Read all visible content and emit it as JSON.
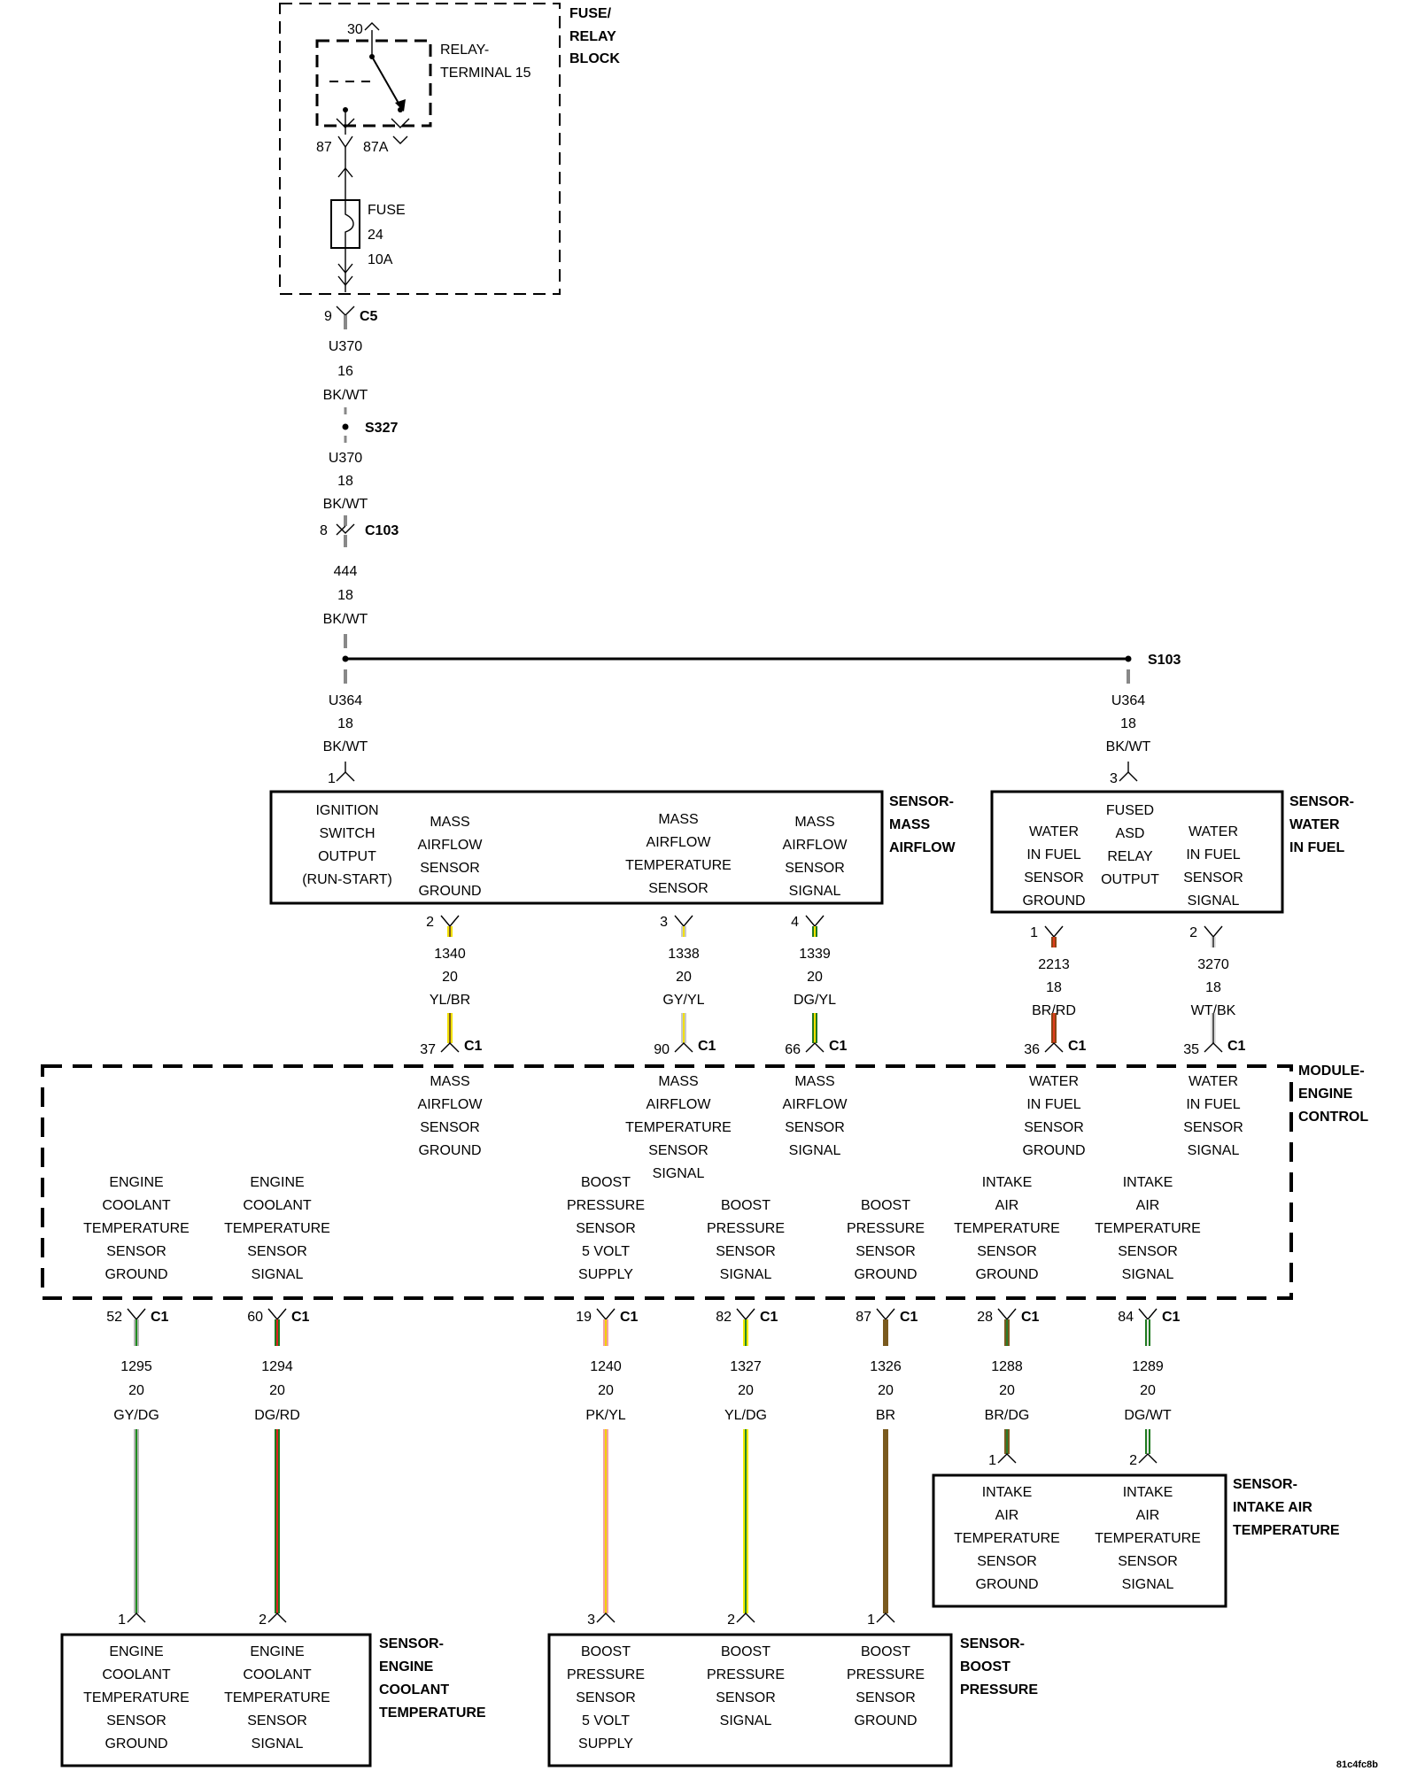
{
  "fuse_relay_block": {
    "title_lines": [
      "FUSE/",
      "RELAY",
      "BLOCK"
    ],
    "relay_label_lines": [
      "RELAY-",
      "TERMINAL 15"
    ],
    "pin_30": "30",
    "pin_87": "87",
    "pin_87a": "87A",
    "fuse_label_lines": [
      "FUSE",
      "24",
      "10A"
    ]
  },
  "main_feed": [
    {
      "pin": "9",
      "connector": "C5"
    },
    {
      "wire": [
        "U370",
        "16",
        "BK/WT"
      ]
    },
    {
      "splice": "S327"
    },
    {
      "wire": [
        "U370",
        "18",
        "BK/WT"
      ]
    },
    {
      "pin": "8",
      "connector": "C103"
    },
    {
      "wire": [
        "444",
        "18",
        "BK/WT"
      ]
    }
  ],
  "splice_s103": "S103",
  "branch_left_wire": [
    "U364",
    "18",
    "BK/WT"
  ],
  "branch_right_wire": [
    "U364",
    "18",
    "BK/WT"
  ],
  "sensor_maf": {
    "title_lines": [
      "SENSOR-",
      "MASS",
      "AIRFLOW"
    ],
    "top_pin": "1",
    "labels": [
      [
        "IGNITION",
        "SWITCH",
        "OUTPUT",
        "(RUN-START)"
      ],
      [
        "MASS",
        "AIRFLOW",
        "SENSOR",
        "GROUND"
      ],
      [
        "MASS",
        "AIRFLOW",
        "TEMPERATURE",
        "SENSOR"
      ],
      [
        "MASS",
        "AIRFLOW",
        "SENSOR",
        "SIGNAL"
      ]
    ]
  },
  "sensor_wif": {
    "title_lines": [
      "SENSOR-",
      "WATER",
      "IN FUEL"
    ],
    "top_pin": "3",
    "labels": [
      [
        "WATER",
        "IN FUEL",
        "SENSOR",
        "GROUND"
      ],
      [
        "FUSED",
        "ASD",
        "RELAY",
        "OUTPUT"
      ],
      [
        "WATER",
        "IN FUEL",
        "SENSOR",
        "SIGNAL"
      ]
    ]
  },
  "upper_wires": [
    {
      "sensor_pin": "2",
      "wire": [
        "1340",
        "20",
        "YL/BR"
      ],
      "ecm_pin": "37",
      "connector": "C1",
      "colors": [
        "#f2e000",
        "#7a5a1e"
      ]
    },
    {
      "sensor_pin": "3",
      "wire": [
        "1338",
        "20",
        "GY/YL"
      ],
      "ecm_pin": "90",
      "connector": "C1",
      "colors": [
        "#c8c8c8",
        "#f2e000"
      ]
    },
    {
      "sensor_pin": "4",
      "wire": [
        "1339",
        "20",
        "DG/YL"
      ],
      "ecm_pin": "66",
      "connector": "C1",
      "colors": [
        "#1f7a1f",
        "#f2e000"
      ]
    },
    {
      "sensor_pin": "1",
      "wire": [
        "2213",
        "18",
        "BR/RD"
      ],
      "ecm_pin": "36",
      "connector": "C1",
      "colors": [
        "#8b4513",
        "#e03c1c"
      ]
    },
    {
      "sensor_pin": "2",
      "wire": [
        "3270",
        "18",
        "WT/BK"
      ],
      "ecm_pin": "35",
      "connector": "C1",
      "colors": [
        "#e0e0e0",
        "#555555"
      ]
    }
  ],
  "ecm": {
    "title_lines": [
      "MODULE-",
      "ENGINE",
      "CONTROL"
    ],
    "upper_labels": [
      [
        "MASS",
        "AIRFLOW",
        "SENSOR",
        "GROUND"
      ],
      [
        "MASS",
        "AIRFLOW",
        "TEMPERATURE",
        "SENSOR",
        "SIGNAL"
      ],
      [
        "MASS",
        "AIRFLOW",
        "SENSOR",
        "SIGNAL"
      ],
      [
        "WATER",
        "IN FUEL",
        "SENSOR",
        "GROUND"
      ],
      [
        "WATER",
        "IN FUEL",
        "SENSOR",
        "SIGNAL"
      ]
    ],
    "lower_labels": [
      [
        "ENGINE",
        "COOLANT",
        "TEMPERATURE",
        "SENSOR",
        "GROUND"
      ],
      [
        "ENGINE",
        "COOLANT",
        "TEMPERATURE",
        "SENSOR",
        "SIGNAL"
      ],
      [
        "BOOST",
        "PRESSURE",
        "SENSOR",
        "5 VOLT",
        "SUPPLY"
      ],
      [
        "BOOST",
        "PRESSURE",
        "SENSOR",
        "SIGNAL"
      ],
      [
        "BOOST",
        "PRESSURE",
        "SENSOR",
        "GROUND"
      ],
      [
        "INTAKE",
        "AIR",
        "TEMPERATURE",
        "SENSOR",
        "GROUND"
      ],
      [
        "INTAKE",
        "AIR",
        "TEMPERATURE",
        "SENSOR",
        "SIGNAL"
      ]
    ]
  },
  "lower_wires": [
    {
      "ecm_pin": "52",
      "connector": "C1",
      "wire": [
        "1295",
        "20",
        "GY/DG"
      ],
      "sensor_pin": "1",
      "colors": [
        "#b4b4b4",
        "#1f8a1f"
      ]
    },
    {
      "ecm_pin": "60",
      "connector": "C1",
      "wire": [
        "1294",
        "20",
        "DG/RD"
      ],
      "sensor_pin": "2",
      "colors": [
        "#1f7a1f",
        "#e02020"
      ]
    },
    {
      "ecm_pin": "19",
      "connector": "C1",
      "wire": [
        "1240",
        "20",
        "PK/YL"
      ],
      "sensor_pin": "3",
      "colors": [
        "#f5a0a0",
        "#f2d000"
      ]
    },
    {
      "ecm_pin": "82",
      "connector": "C1",
      "wire": [
        "1327",
        "20",
        "YL/DG"
      ],
      "sensor_pin": "2",
      "colors": [
        "#f2ea00",
        "#2a8a2a"
      ]
    },
    {
      "ecm_pin": "87",
      "connector": "C1",
      "wire": [
        "1326",
        "20",
        "BR"
      ],
      "sensor_pin": "1",
      "colors": [
        "#7a5a1e",
        "#7a5a1e"
      ]
    },
    {
      "ecm_pin": "28",
      "connector": "C1",
      "wire": [
        "1288",
        "20",
        "BR/DG"
      ],
      "sensor_pin": "1",
      "colors": [
        "#7a5a1e",
        "#2a7a2a"
      ]
    },
    {
      "ecm_pin": "84",
      "connector": "C1",
      "wire": [
        "1289",
        "20",
        "DG/WT"
      ],
      "sensor_pin": "2",
      "colors": [
        "#1f7a1f",
        "#e8e8e8"
      ]
    }
  ],
  "sensor_ect": {
    "title_lines": [
      "SENSOR-",
      "ENGINE",
      "COOLANT",
      "TEMPERATURE"
    ],
    "labels": [
      [
        "ENGINE",
        "COOLANT",
        "TEMPERATURE",
        "SENSOR",
        "GROUND"
      ],
      [
        "ENGINE",
        "COOLANT",
        "TEMPERATURE",
        "SENSOR",
        "SIGNAL"
      ]
    ]
  },
  "sensor_boost": {
    "title_lines": [
      "SENSOR-",
      "BOOST",
      "PRESSURE"
    ],
    "labels": [
      [
        "BOOST",
        "PRESSURE",
        "SENSOR",
        "5 VOLT",
        "SUPPLY"
      ],
      [
        "BOOST",
        "PRESSURE",
        "SENSOR",
        "SIGNAL"
      ],
      [
        "BOOST",
        "PRESSURE",
        "SENSOR",
        "GROUND"
      ]
    ]
  },
  "sensor_iat": {
    "title_lines": [
      "SENSOR-",
      "INTAKE AIR",
      "TEMPERATURE"
    ],
    "labels": [
      [
        "INTAKE",
        "AIR",
        "TEMPERATURE",
        "SENSOR",
        "GROUND"
      ],
      [
        "INTAKE",
        "AIR",
        "TEMPERATURE",
        "SENSOR",
        "SIGNAL"
      ]
    ]
  },
  "figure_id": "81c4fc8b"
}
